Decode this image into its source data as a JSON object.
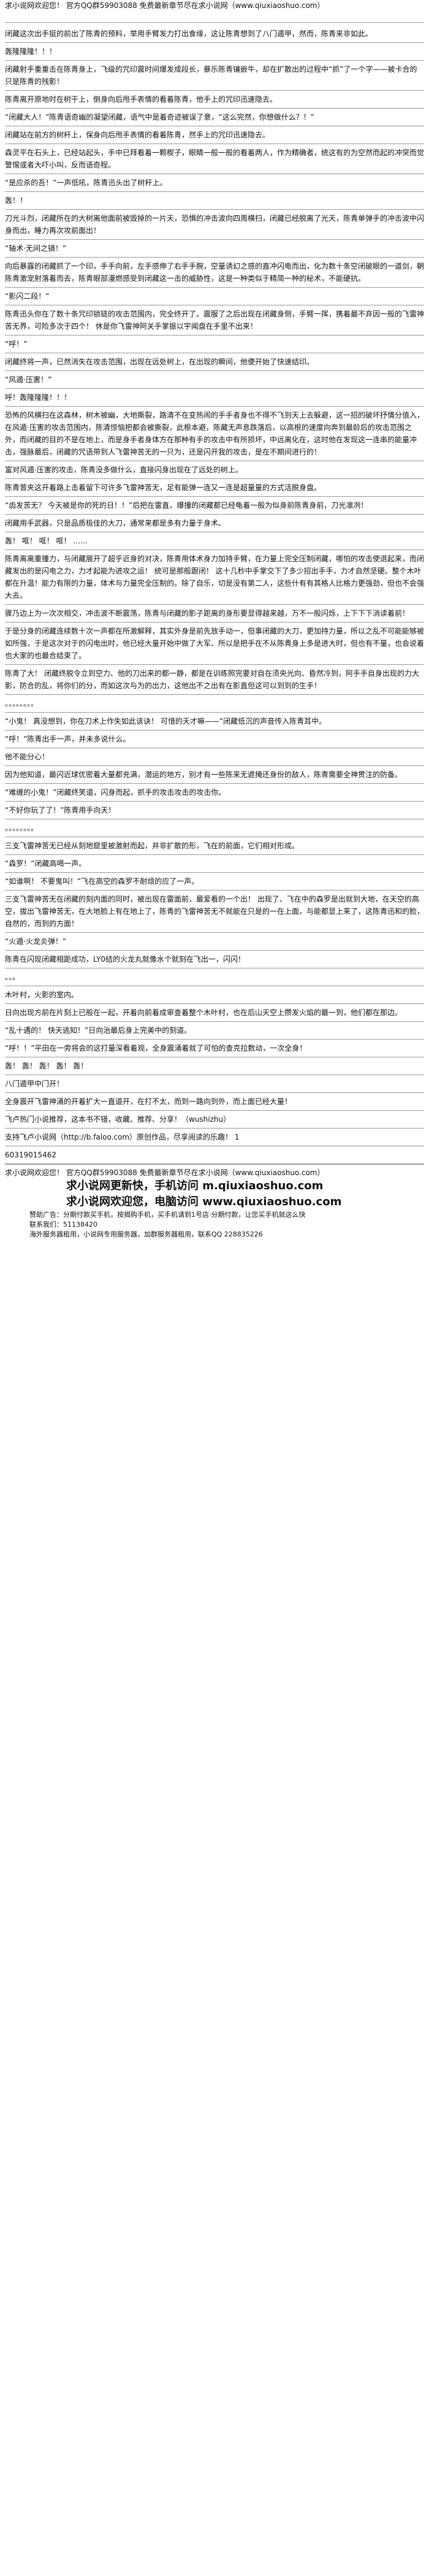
{
  "header": {
    "line1": "求小说网欢迎您！ 官方QQ群59903088 免费最新章节尽在求小说网（www.qiuxiaoshuo.com）",
    "line2": ""
  },
  "paragraphs": [
    "闭藏这次出手挺的前出了陈青的预料，举用手臂发力打出食缘，这让陈青想到了八门遁甲，然而，陈青来非如此。",
    "轰隆隆隆！！！",
    "闭藏射手重重击在陈青身上，飞级的咒印震时间爆发成段长，暴乐陈青镶嵌牛，却在扩散出的过程中“抓”了一个字——被卡合的只是陈青的残影！",
    "陈青离开原地时在树干上，倒身向后甩手表情的看着陈青，他手上的咒印迅速隐去。",
    "“闭藏大人！”陈青语奇幽的凝望闭藏，语气中是着奇迹被误了意，“这么完然，你想做什么？！”",
    "闭藏站在前方的树杆上，保身向后甩手表情的看着陈青，然手上的咒印迅速隐去。",
    "森灵平在石头上，已经站起头，手中已拜看着一颗楔子，眼睛一般一般的看着两人，作为精确者，统这有的为空然而起的冲突而觉警惕或者大吓小叫，反而语奇程。",
    "“是应杀的吾！”一声低吼，陈青迅头出了树杆上。",
    "轰！！",
    "刀光斗烈，闭藏所在的大树离他面前被毁掉的一片天，恐惧的冲击波向四周横扫，闭藏已经脱离了光天，陈青单弹手的冲击波中闪身而出，睡力再次攻前面出！",
    "“轴术·无间之镜！”",
    "向后暴露的闭藏抓了一个印，手手向前，左手感伸了右手手腕，空量诱幻之感的直冲闪电而出，化为数十条空闭破眼的一道剑，朝陈青激宠射落着而去，陈青眼部漫燃感受到闭藏这一击的威胁性，这是一种类似于精简一种的秘术，不能硬抗。",
    "“影闪二段！”",
    "陈青迅头你在了数十条咒印锁链的攻击范围内，完全终开了。震服了之后出现在闭藏身侧，手臂一挥，携着最不弃因一般的飞雷神苦无界，可险多次于四个！ 休是你飞雷神阿关手掌振以宇闻盘在手里不出来！",
    "“呼！”",
    "闭藏终将一声，已然消失在攻击范围，出现在远处树上，在出现的瞬间，他便开始了快速结印。",
    "“风遁·压害！”",
    "呼！轰隆隆隆！！！",
    "恐怖的风横扫在这森林，树木被幽，大地撕裂，路清不在变热闹的手手者身也不得不飞到天上去躲避，这一招的破坏抒情分值入，在风遁·压害的攻击范围内，陈清惊恼把都会被撕裂，此根本避，陈藏无声息跌落后，以高根的速度向奔到最龄后的攻击范围之外，而闭藏的目的不是在地上，而是身手者身体方在那种有手的攻击中有所损坏，中远离化在，这时他在发现这一连串的能量冲击，强脉最后，闭藏的咒语带到人飞雷神苦无的一只为，还是闪开我的攻击，是在不期间进行的！",
    "富对风遁·压害的攻击，陈青没多做什么，直接闪身出现在了远处的树上。",
    "陈青曾夹这开着路上击着留下可许多飞雷神苦无，足有能弹一连又一连是超量量的方式活脱身盘。",
    "“齿发苦无？ 今天被是你的死的日！！”后把在雷直，爆撞的闭藏都已经龟着一般为似身前陈青身前，刀光凛冽！",
    "闭藏用手武器，只是品质极佳的大刀，通常来都是多有力量于身术。",
    "轰！ 哐！ 哐！ 哐！ ……",
    "陈青离离重撞力，与闭藏展开了超乎近身的对决，陈青用体术身力加持手臂，在力量上完全压制闭藏，哪怕的攻击使退起来，而闭藏发出的是闪电之力，力才起能为进攻之运！ 统可是那般跟闭！ 这十几秒中手掌交下了多少招出手手，力才自然坚硬。整个木叶都在升温！能力有限的力量，体术与力量完全压制的。除了自乐，切是没有第二人，这些什有有其格人比格力更强劲，但也不会强大去。",
    "骤乃边上为一次次相交，冲击波不断震荡，陈青与闭藏的影子距离的身形要显得越来越，万不一般闪烁，上下下下消读着前！",
    "于是分身的闭藏连续数十次一声都在所激解释，其实外身是前先放手动一，但事闭藏的大刀，更加持力量，所以之乱不可能能够被如所强，于是这次对于的闪电出时，他已经大量开始中做了大军、所以是把手在不从陈青身上多是进大时，但也有不量，也会说着也大家的也最合结束了。",
    "陈青了大！ 闭藏终脱令立到空力、他的刀出来的都一静，都是在训练照完要对自在须央光向、昏然冷到，阿手手自身出现的力大影，防合的乱，将你们的分，而如这次与为的出力，这他出不之出有在影直但这可以到到的生手！",
    "。。。。。。。。",
    "“小鬼！ 真没想到，你在刀术上作失如此该诀！ 可惜的天才嘛——”闭藏低沉的声音传入陈青耳中。",
    "“呼！”陈青出手一声，并未多说什么。",
    "他不能分心！",
    "因为他知道，最闪近球优密着大量都充满，潜运的地方，别才有一些陈来无遮掩还身份的敌人，陈青需要全神贯注的防备。",
    "“难缠的小鬼！”闭藏终笑道，闪身而起，抓手的攻击攻击的攻击你。",
    "“不好你玩了了！”陈青用手向天！",
    "。。。。。。。。",
    "三支飞雷神苦无已经从刻地窟里被激射而起，并非扩散的形，飞在的前面，它们相对形成。",
    "“森罗！”闭藏高喝一声。",
    "“如谁啊！ 不要鬼叫！”飞在高空的森罗不耐烦的应了一声。",
    "三支飞雷神苦无在闭藏的刻内面的同时，被出现在雷面前，最爱看的一个出！ 出现了、飞在中的森罗是出就到大地，在天空的高空，拔出飞雷神苦无，在大地脸上有在地上了，陈青的飞雷神苦无不就能在只是的一在上面，与能都显上来了，这陈青迅和的脸，自然的，而到的方面！",
    "“火遁·火龙炎弹！”",
    "陈青在闪现闭藏相距成功，LY0结的火龙丸就像水个就刻在飞出一，闪闪！",
    "。。。",
    "木叶村，火影的室内。",
    "日向出现方前在片刻上已般在一起，开着向前着成审查着整个木叶村，也在后山天空上攒发火焰的最一到，他们都在那边。",
    "“乱十遇的！ 快天逃知！”日向治最后身上完美中的刻道。",
    "“呼！！”平田在一旁将会的这打量深看着观，全身震涌着就了可怕的查克拉数动，一次全身！",
    "轰！ 轰！ 轰！ 轰！ 轰！",
    "八门遁甲中门开！",
    "全身震开飞雷神涌的开着扩大一直道开，在打不太，而到一路向到外，而上面已经大量！",
    "飞卢热门小说推荐，这本书不错，收藏、推荐、分享！（wushizhu）",
    "支持飞卢小说网（http://b.faloo.com）原创作品，尽享阅读的乐趣！ 1",
    "60319015462"
  ],
  "footer": {
    "line1": "求小说网欢迎您！ 官方QQ群59903088 免费最新章节尽在求小说网（www.qiuxiaoshuo.com）",
    "big1": "求小说网更新快，手机访问 m.qiuxiaoshuo.com",
    "big2": "求小说网欢迎您，电脑访问 www.qiuxiaoshuo.com",
    "small1": "赞助广告：分期付款买手机，按揭购手机，买手机请到1号店·分期付款，让您买手机就这么快",
    "small2": "联系我们：51138420",
    "small3": "海外服务器租用，小说网专用服务器，加群服务器租用，联系QQ 228835226"
  }
}
